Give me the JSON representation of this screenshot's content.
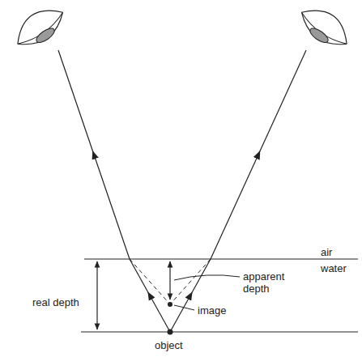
{
  "diagram": {
    "labels": [
      "air",
      "water",
      "real depth",
      "apparent depth",
      "image",
      "object"
    ]
  }
}
